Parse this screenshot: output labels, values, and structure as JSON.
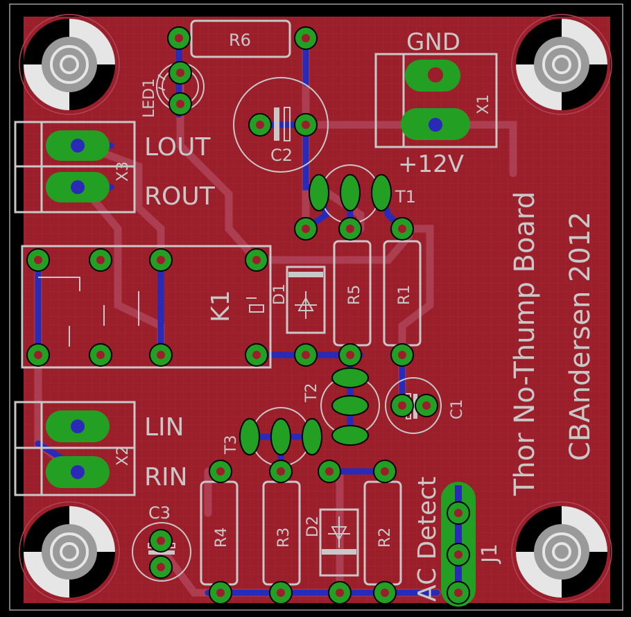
{
  "board": {
    "colors": {
      "background": "#000000",
      "copper_fill": "#9b1f2b",
      "top_trace": "#b04458",
      "bottom_trace": "#2a2ab8",
      "pad": "#23a023",
      "silkscreen": "#c8c8c8"
    }
  },
  "labels": {
    "title": "Thor No-Thump Board",
    "author": "CBAndersen 2012",
    "gnd": "GND",
    "v12": "+12V",
    "lout": "LOUT",
    "rout": "ROUT",
    "lin": "LIN",
    "rin": "RIN",
    "ac_detect": "AC Detect"
  },
  "parts": {
    "r6": "R6",
    "led1": "LED1",
    "c2": "C2",
    "x1": "X1",
    "x3": "X3",
    "x2": "X2",
    "t1": "T1",
    "t2": "T2",
    "t3": "T3",
    "k1": "K1",
    "d1": "D1",
    "d2": "D2",
    "r5": "R5",
    "r1": "R1",
    "r4": "R4",
    "r3": "R3",
    "r2": "R2",
    "c1": "C1",
    "c3": "C3",
    "j1": "J1"
  }
}
